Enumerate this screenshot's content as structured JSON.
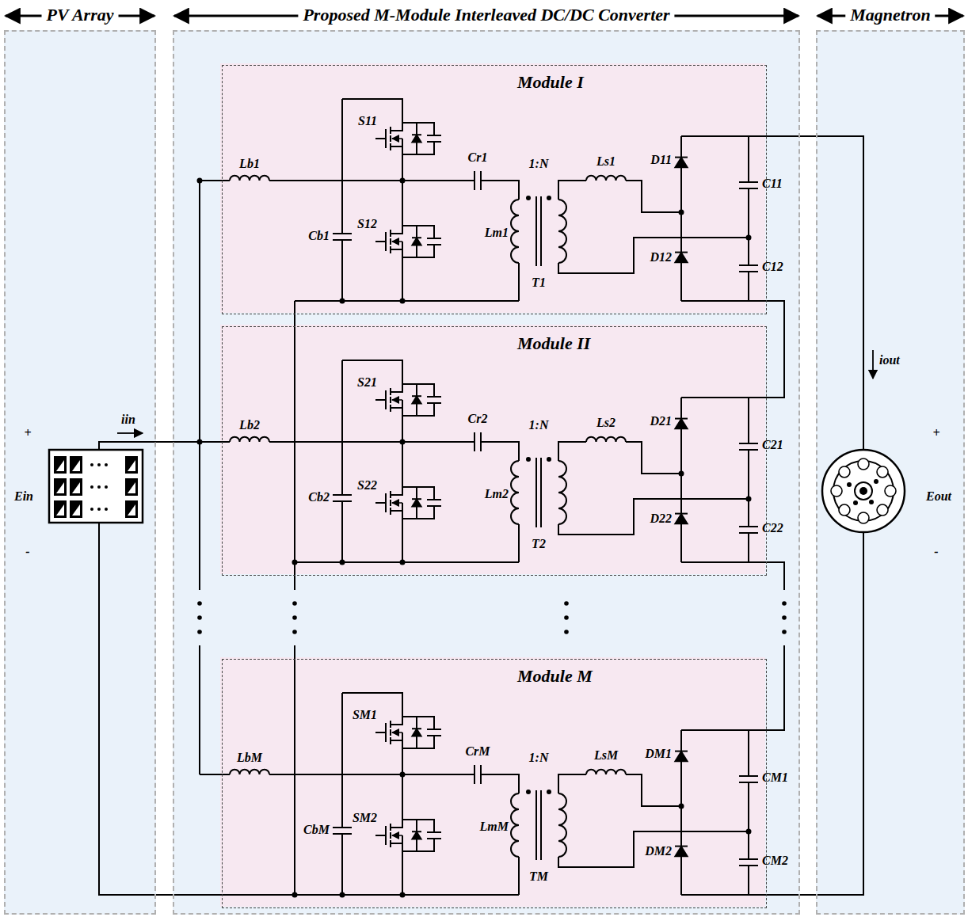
{
  "diagram": {
    "nodes": [
      {
        "text": [
          "PV Array"
        ]
      },
      {
        "text": [
          "Proposed M-Module Interleaved DC/DC Converter"
        ]
      },
      {
        "text": [
          "Magnetron"
        ]
      },
      {
        "text": [
          "Module I"
        ],
        "in": 1
      },
      {
        "text": [
          "Module II"
        ],
        "in": 1
      },
      {
        "text": [
          "Module M"
        ],
        "in": 1
      }
    ],
    "labels": [
      "S11",
      "S12",
      "Lb1",
      "Cb1",
      "Cr1",
      "1:N",
      "Lm1",
      "T1",
      "Ls1",
      "D11",
      "D12",
      "C11",
      "C12",
      "S21",
      "S22",
      "Lb2",
      "Cb2",
      "Cr2",
      "1:N",
      "Lm2",
      "T2",
      "Ls2",
      "D21",
      "D22",
      "C21",
      "C22",
      "SM1",
      "SM2",
      "LbM",
      "CbM",
      "CrM",
      "1:N",
      "LmM",
      "TM",
      "LsM",
      "DM1",
      "DM2",
      "CM1",
      "CM2",
      "+",
      "iin",
      "Ein",
      "-",
      "iout",
      "+",
      "Eout",
      "-"
    ]
  }
}
